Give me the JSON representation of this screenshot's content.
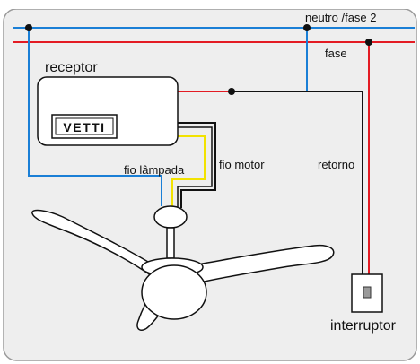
{
  "labels": {
    "neutro_fase2": "neutro /fase 2",
    "fase": "fase",
    "receptor": "receptor",
    "fio_lampada": "fio lâmpada",
    "fio_motor": "fio motor",
    "retorno": "retorno",
    "interruptor": "interruptor"
  },
  "logo": {
    "text": "VETTI"
  },
  "colors": {
    "neutral_wire": "#1a7fd6",
    "phase_wire": "#e31b23",
    "return_wire": "#111111",
    "lamp_wire": "#f2e200",
    "motor_wire": "#111111",
    "panel_bg": "#eeeeee",
    "panel_border": "#9a9a9a"
  }
}
